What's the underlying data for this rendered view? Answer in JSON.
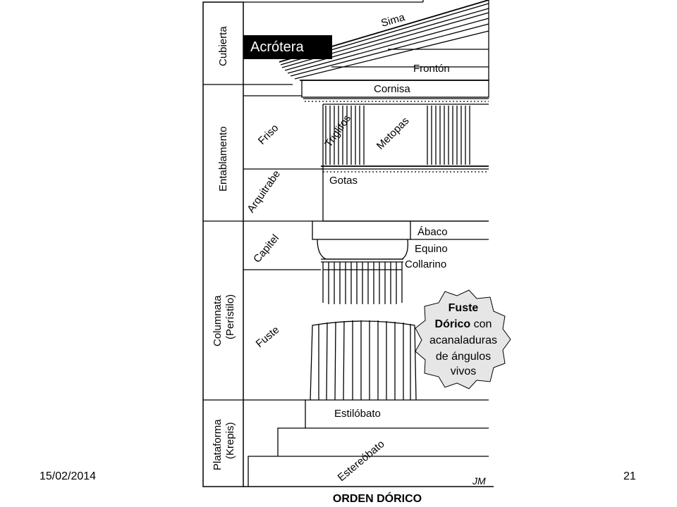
{
  "slide": {
    "date": "15/02/2014",
    "page_number": "21",
    "callout_label": "Acrótera",
    "signature": "JM"
  },
  "diagram": {
    "title": "ORDEN DÓRICO",
    "sections": {
      "cubierta": "Cubierta",
      "entablamento": "Entablamento",
      "columnata_1": "Columnata",
      "columnata_2": "(Perístilo)",
      "plataforma_1": "Plataforma",
      "plataforma_2": "(Krepis)"
    },
    "subsections": {
      "friso": "Friso",
      "arquitrabe": "Arquitrabe",
      "capitel": "Capitel",
      "fuste": "Fuste"
    },
    "parts": {
      "sima": "Sima",
      "fronton": "Frontón",
      "cornisa": "Cornisa",
      "triglifos": "Triglifos",
      "metopas": "Metopas",
      "gotas": "Gotas",
      "abaco": "Ábaco",
      "equino": "Equino",
      "collarino": "Collarino",
      "estilobato": "Estilóbato",
      "estereobato": "Estereóbato"
    },
    "badge": {
      "line1": "Fuste",
      "line2a": "Dórico",
      "line2b": "con",
      "line3": "acanaladuras",
      "line4": "de ángulos",
      "line5": "vivos"
    }
  }
}
